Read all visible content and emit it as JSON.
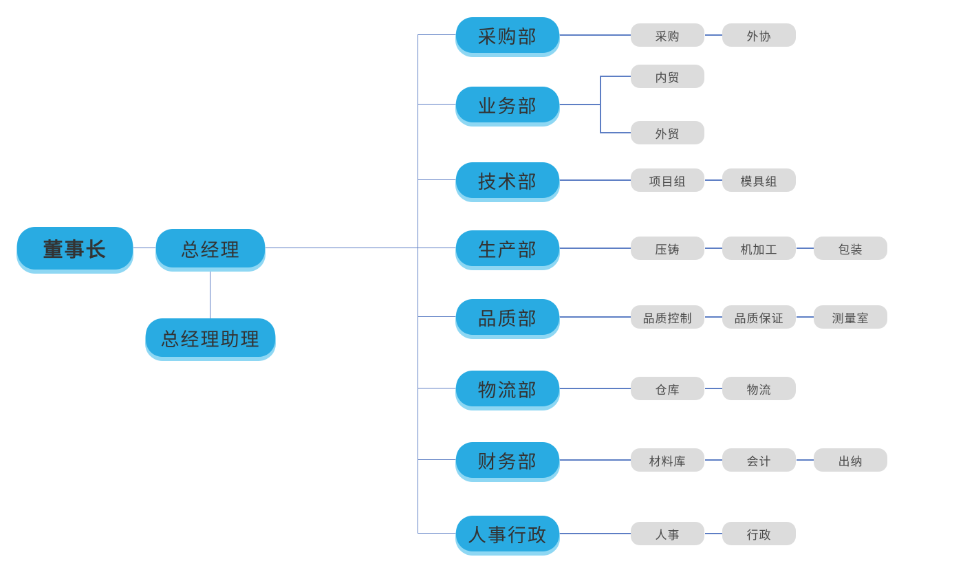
{
  "chart": {
    "title": "company-organization-chart",
    "root": {
      "label": "董事长"
    },
    "general_manager": {
      "label": "总经理"
    },
    "gm_assistant": {
      "label": "总经理助理"
    },
    "departments": [
      {
        "label": "采购部",
        "children": [
          {
            "label": "采购"
          },
          {
            "label": "外协"
          }
        ]
      },
      {
        "label": "业务部",
        "children": [
          {
            "label": "内贸"
          },
          {
            "label": "外贸"
          }
        ]
      },
      {
        "label": "技术部",
        "children": [
          {
            "label": "项目组"
          },
          {
            "label": "模具组"
          }
        ]
      },
      {
        "label": "生产部",
        "children": [
          {
            "label": "压铸"
          },
          {
            "label": "机加工"
          },
          {
            "label": "包装"
          }
        ]
      },
      {
        "label": "品质部",
        "children": [
          {
            "label": "品质控制"
          },
          {
            "label": "品质保证"
          },
          {
            "label": "测量室"
          }
        ]
      },
      {
        "label": "物流部",
        "children": [
          {
            "label": "仓库"
          },
          {
            "label": "物流"
          }
        ]
      },
      {
        "label": "财务部",
        "children": [
          {
            "label": "材料库"
          },
          {
            "label": "会计"
          },
          {
            "label": "出纳"
          }
        ]
      },
      {
        "label": "人事行政",
        "children": [
          {
            "label": "人事"
          },
          {
            "label": "行政"
          }
        ]
      }
    ],
    "colors": {
      "node_blue": "#29abe2",
      "node_blue_shadow": "#8ed7f3",
      "node_gray": "#dcdcdc",
      "line_blue": "#5d7ec4",
      "text_dark": "#333333",
      "text_gray": "#4a4a4a"
    }
  }
}
